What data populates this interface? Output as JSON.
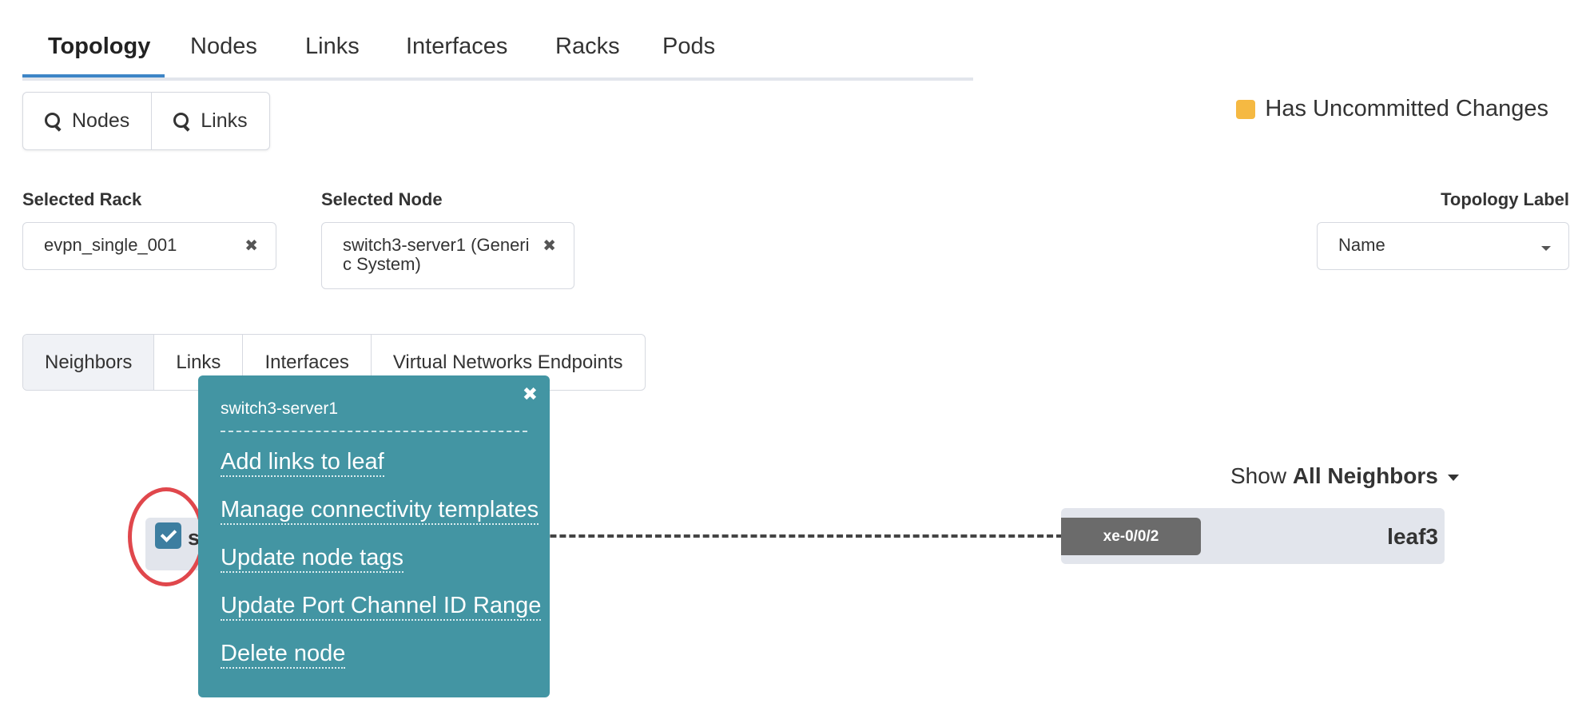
{
  "top_tabs": [
    {
      "label": "Topology",
      "active": true
    },
    {
      "label": "Nodes"
    },
    {
      "label": "Links"
    },
    {
      "label": "Interfaces"
    },
    {
      "label": "Racks"
    },
    {
      "label": "Pods"
    }
  ],
  "search": {
    "nodes_label": "Nodes",
    "links_label": "Links"
  },
  "legend": {
    "label": "Has Uncommitted Changes",
    "color": "#f5b942"
  },
  "selected_rack": {
    "label": "Selected Rack",
    "value": "evpn_single_001"
  },
  "selected_node": {
    "label": "Selected Node",
    "value_line1": "switch3-server1 (Generi",
    "value_line2": "c System)"
  },
  "topology_label": {
    "label": "Topology Label",
    "value": "Name"
  },
  "sub_tabs": [
    {
      "label": "Neighbors",
      "active": true
    },
    {
      "label": "Links"
    },
    {
      "label": "Interfaces"
    },
    {
      "label": "Virtual Networks Endpoints"
    }
  ],
  "show_neighbors": {
    "prefix": "Show",
    "value": "All Neighbors"
  },
  "graph": {
    "left_node_label": "s",
    "right_node_label": "leaf3",
    "interface": "xe-0/0/2"
  },
  "popup": {
    "title": "switch3-server1",
    "actions": [
      "Add links to leaf",
      "Manage connectivity templates",
      "Update node tags",
      "Update Port Channel ID Range",
      "Delete node"
    ]
  },
  "colors": {
    "popup_bg": "#4395a3",
    "tab_accent": "#3d85c6",
    "highlight": "#e0474c",
    "checkbox": "#3d7ea0"
  }
}
